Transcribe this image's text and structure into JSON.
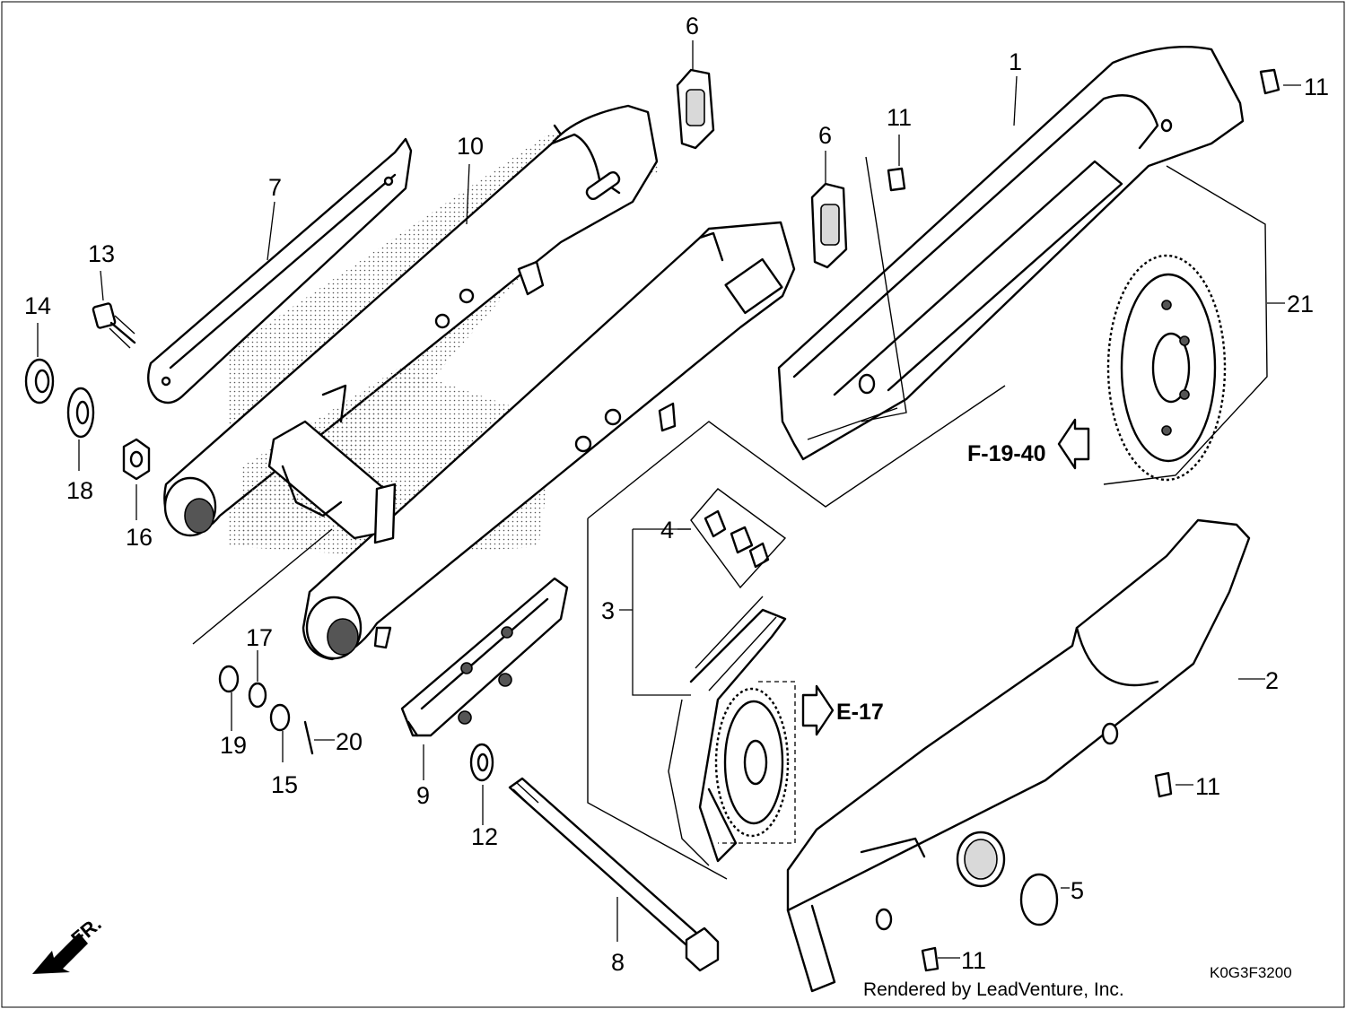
{
  "callouts": {
    "p1": "1",
    "p2": "2",
    "p3": "3",
    "p4": "4",
    "p5": "5",
    "p6a": "6",
    "p6b": "6",
    "p7": "7",
    "p8": "8",
    "p9": "9",
    "p10": "10",
    "p11a": "11",
    "p11b": "11",
    "p11c": "11",
    "p11d": "11",
    "p12": "12",
    "p13": "13",
    "p14": "14",
    "p15": "15",
    "p16": "16",
    "p17": "17",
    "p18": "18",
    "p19": "19",
    "p20": "20",
    "p21": "21"
  },
  "references": {
    "f_19_40": "F-19-40",
    "e_17": "E-17"
  },
  "front_indicator": "FR.",
  "diagram_code": "K0G3F3200",
  "credit": "Rendered by LeadVenture, Inc.",
  "icons": [
    "front-direction-arrow-icon",
    "reference-arrow-icon"
  ]
}
